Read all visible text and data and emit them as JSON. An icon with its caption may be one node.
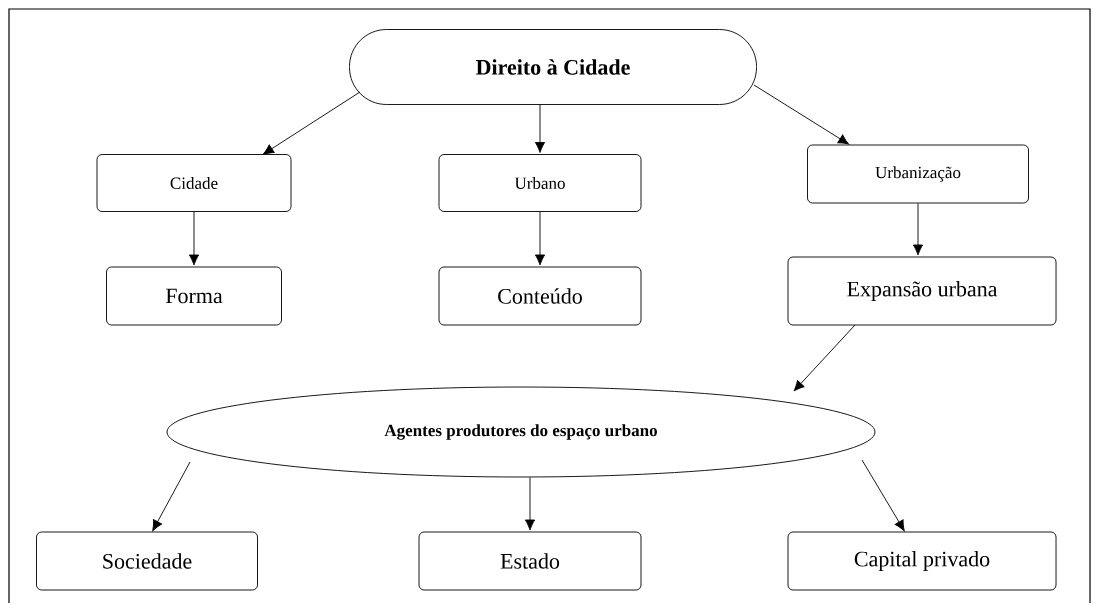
{
  "diagram": {
    "nodes": [
      {
        "text": [
          "**Direito à Cidade**"
        ]
      },
      {
        "text": [
          "Cidade"
        ]
      },
      {
        "text": [
          "Urbano"
        ]
      },
      {
        "text": [
          "Urbanização"
        ]
      },
      {
        "text": [
          "Forma"
        ]
      },
      {
        "text": [
          "Conteúdo"
        ]
      },
      {
        "text": [
          "Expansão urbana"
        ]
      },
      {
        "text": [
          "**Agentes produtores do espaço urbano**"
        ]
      },
      {
        "text": [
          "Sociedade"
        ]
      },
      {
        "text": [
          "Estado"
        ]
      },
      {
        "text": [
          "Capital privado"
        ]
      }
    ],
    "edges": [
      {
        "from": 0,
        "to": 1,
        "arrow": "to"
      },
      {
        "from": 0,
        "to": 2,
        "arrow": "to"
      },
      {
        "from": 0,
        "to": 3,
        "arrow": "to"
      },
      {
        "from": 1,
        "to": 4,
        "arrow": "to"
      },
      {
        "from": 2,
        "to": 5,
        "arrow": "to"
      },
      {
        "from": 3,
        "to": 6,
        "arrow": "to"
      },
      {
        "from": 6,
        "to": 7,
        "arrow": "to"
      },
      {
        "from": 7,
        "to": 8,
        "arrow": "to"
      },
      {
        "from": 7,
        "to": 9,
        "arrow": "to"
      },
      {
        "from": 7,
        "to": 10,
        "arrow": "to"
      }
    ]
  }
}
